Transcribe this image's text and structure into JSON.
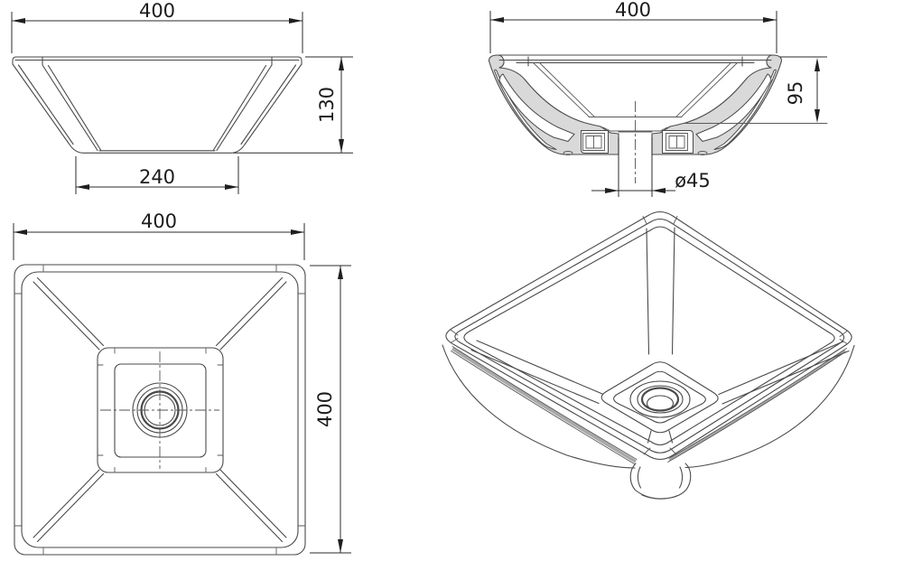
{
  "views": {
    "front": {
      "width": "400",
      "height": "130",
      "base_width": "240"
    },
    "section": {
      "width": "400",
      "bowl_depth": "95",
      "drain_diameter": "ø45"
    },
    "plan": {
      "width": "400",
      "depth": "400"
    }
  },
  "colors": {
    "background": "#ffffff",
    "line": "#4a4a4a",
    "dimension_text": "#1c1c1c",
    "section_fill": "#d9d9d9",
    "shadow_band": "#a8a8a8"
  }
}
